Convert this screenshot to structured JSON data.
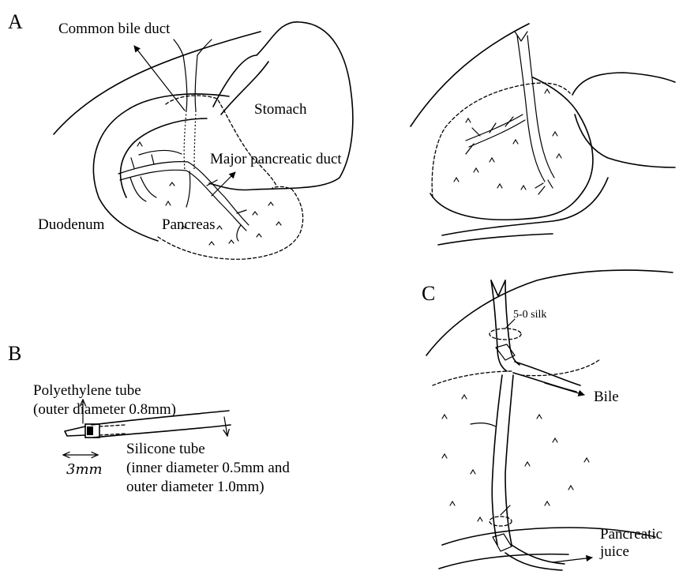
{
  "panels": {
    "a": {
      "letter": "A",
      "labels": {
        "common_bile_duct": "Common bile duct",
        "stomach": "Stomach",
        "major_pancreatic_duct": "Major pancreatic duct",
        "duodenum": "Duodenum",
        "pancreas": "Pancreas"
      }
    },
    "b": {
      "letter": "B",
      "labels": {
        "poly_line1": "Polyethylene tube",
        "poly_line2": "(outer diameter 0.8mm)",
        "silicone_line1": "Silicone tube",
        "silicone_line2": "(inner diameter 0.5mm and",
        "silicone_line3": "outer diameter 1.0mm)",
        "scale": "3mm"
      }
    },
    "c": {
      "letter": "C",
      "labels": {
        "silk": "5-0 silk",
        "bile": "Bile",
        "juice_line1": "Pancreatic",
        "juice_line2": "juice"
      }
    }
  }
}
